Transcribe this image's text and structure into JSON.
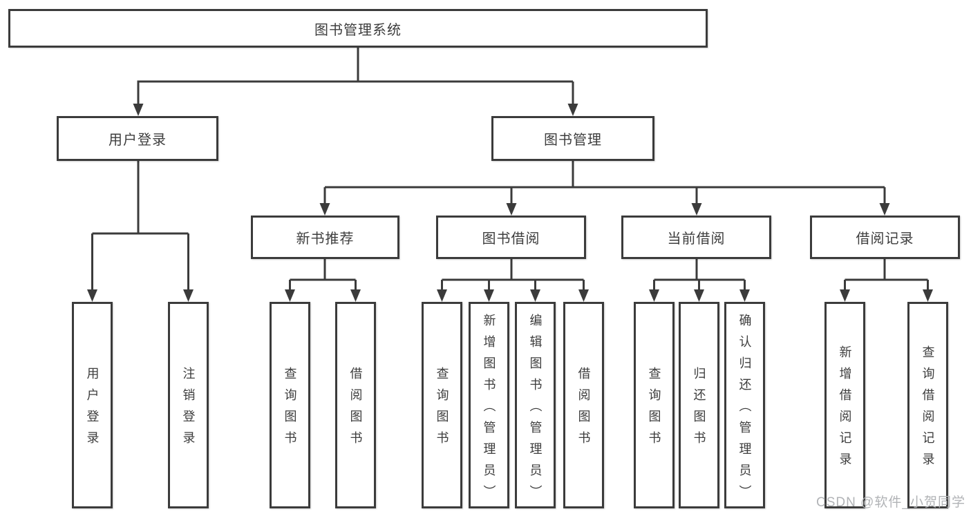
{
  "colors": {
    "line": "#3b3b3b",
    "box_border": "#3b3b3b",
    "box_fill": "#ffffff",
    "text": "#3d3d3d",
    "watermark_color": "#b1b3b6"
  },
  "watermark": "CSDN @软件_小贺同学",
  "tree": {
    "root": {
      "label": "图书管理系统"
    },
    "children": [
      {
        "label": "用户登录",
        "children": [
          {
            "label": "用户登录"
          },
          {
            "label": "注销登录"
          }
        ]
      },
      {
        "label": "图书管理",
        "children": [
          {
            "label": "新书推荐",
            "children": [
              {
                "label": "查询图书"
              },
              {
                "label": "借阅图书"
              }
            ]
          },
          {
            "label": "图书借阅",
            "children": [
              {
                "label": "查询图书"
              },
              {
                "label": "新增图书（管理员）"
              },
              {
                "label": "编辑图书（管理员）"
              },
              {
                "label": "借阅图书"
              }
            ]
          },
          {
            "label": "当前借阅",
            "children": [
              {
                "label": "查询图书"
              },
              {
                "label": "归还图书"
              },
              {
                "label": "确认归还（管理员）"
              }
            ]
          },
          {
            "label": "借阅记录",
            "children": [
              {
                "label": "新增借阅记录"
              },
              {
                "label": "查询借阅记录"
              }
            ]
          }
        ]
      }
    ]
  }
}
